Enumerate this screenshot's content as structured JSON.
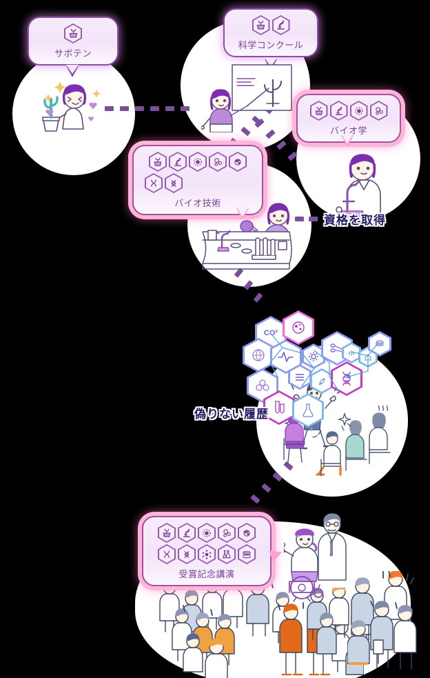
{
  "meta": {
    "title": "バイオ技術キャリア ジャーニー インフォグラフィック",
    "background_color": "#000000",
    "spotlight_color": "#ffffff",
    "accent_purple": "#7b3f96",
    "accent_pink": "#ff9fd0",
    "note_color": "#241c6b",
    "dash_color": "#7a4f9e"
  },
  "bubbles": [
    {
      "id": "cactus",
      "label": "サボテン",
      "style": "purple",
      "icons": [
        "plant-pot-icon"
      ],
      "rows": [
        1
      ]
    },
    {
      "id": "science-contest",
      "label": "科学コンクール",
      "style": "purple",
      "icons": [
        "plant-pot-icon",
        "microscope-icon"
      ],
      "rows": [
        2
      ]
    },
    {
      "id": "biology",
      "label": "バイオ学",
      "style": "pink",
      "icons": [
        "plant-pot-icon",
        "microscope-icon",
        "cell-icon",
        "molecule-icon"
      ],
      "rows": [
        4
      ]
    },
    {
      "id": "biotech",
      "label": "バイオ技術",
      "style": "pink",
      "icons": [
        "plant-pot-icon",
        "microscope-icon",
        "cell-icon",
        "molecule-icon",
        "bacteria-icon",
        "dna-helix-icon",
        "dna-ladder-icon"
      ],
      "rows": [
        5,
        2
      ]
    },
    {
      "id": "award-lecture",
      "label": "受賞記念講演",
      "style": "pink",
      "icons": [
        "plant-pot-icon",
        "microscope-icon",
        "cell-icon",
        "molecule-icon",
        "bacteria-icon",
        "dna-helix-icon",
        "dna-ladder-icon",
        "atom-icon",
        "flask-icon",
        "capsule-icon"
      ],
      "rows": [
        5,
        5
      ]
    }
  ],
  "notes": [
    {
      "id": "certification",
      "text": "資格を取得"
    },
    {
      "id": "honest-record",
      "text": "偽りない履歴"
    }
  ],
  "scenes": [
    {
      "id": "scene-cactus",
      "caption": "サボテンを育てる少女"
    },
    {
      "id": "scene-contest",
      "caption": "科学コンクールで発表する学生"
    },
    {
      "id": "scene-lab-micro",
      "caption": "顕微鏡を覗く研究者"
    },
    {
      "id": "scene-lab-bench",
      "caption": "実験台で作業する研究者"
    },
    {
      "id": "scene-audience",
      "caption": "喜ぶ聴衆"
    },
    {
      "id": "scene-lecture",
      "caption": "受賞記念講演と大勢の聴衆"
    }
  ],
  "network": {
    "title": "バイオ技術ヘキサゴンネットワーク",
    "nodes": [
      {
        "id": "co2",
        "icon_label": "CO²",
        "color": "blue"
      },
      {
        "id": "cell",
        "icon_label": "bacteria-icon",
        "color": "pink"
      },
      {
        "id": "globe",
        "icon_label": "globe-icon",
        "color": "blue"
      },
      {
        "id": "pulse",
        "icon_label": "pulse-icon",
        "color": "blue"
      },
      {
        "id": "gear",
        "icon_label": "gear-icon",
        "color": "blue"
      },
      {
        "id": "sperm",
        "icon_label": "sperm-icon",
        "color": "blue"
      },
      {
        "id": "list",
        "icon_label": "list-icon",
        "color": "blue"
      },
      {
        "id": "atoms",
        "icon_label": "atoms-icon",
        "color": "blue"
      },
      {
        "id": "seed",
        "icon_label": "seed-icon",
        "color": "lin"
      },
      {
        "id": "dna",
        "icon_label": "dna-icon",
        "color": "mag"
      },
      {
        "id": "tubes",
        "icon_label": "test-tubes-icon",
        "color": "mag"
      },
      {
        "id": "flask",
        "icon_label": "flask-icon",
        "color": "lin"
      },
      {
        "id": "insect",
        "icon_label": "insect-icon",
        "color": "lin"
      },
      {
        "id": "house",
        "icon_label": "house-icon",
        "color": "lin"
      },
      {
        "id": "burger",
        "icon_label": "food-icon",
        "color": "blue"
      }
    ]
  },
  "connectors": [
    {
      "id": "cactus-to-contest",
      "from": "cactus",
      "to": "science-contest"
    },
    {
      "id": "contest-to-biotech",
      "from": "science-contest",
      "to": "biotech"
    },
    {
      "id": "contest-to-biology",
      "from": "science-contest",
      "to": "biology"
    },
    {
      "id": "biotech-to-network",
      "from": "biotech",
      "to": "network"
    },
    {
      "id": "network-to-lecture",
      "from": "network",
      "to": "award-lecture"
    }
  ]
}
